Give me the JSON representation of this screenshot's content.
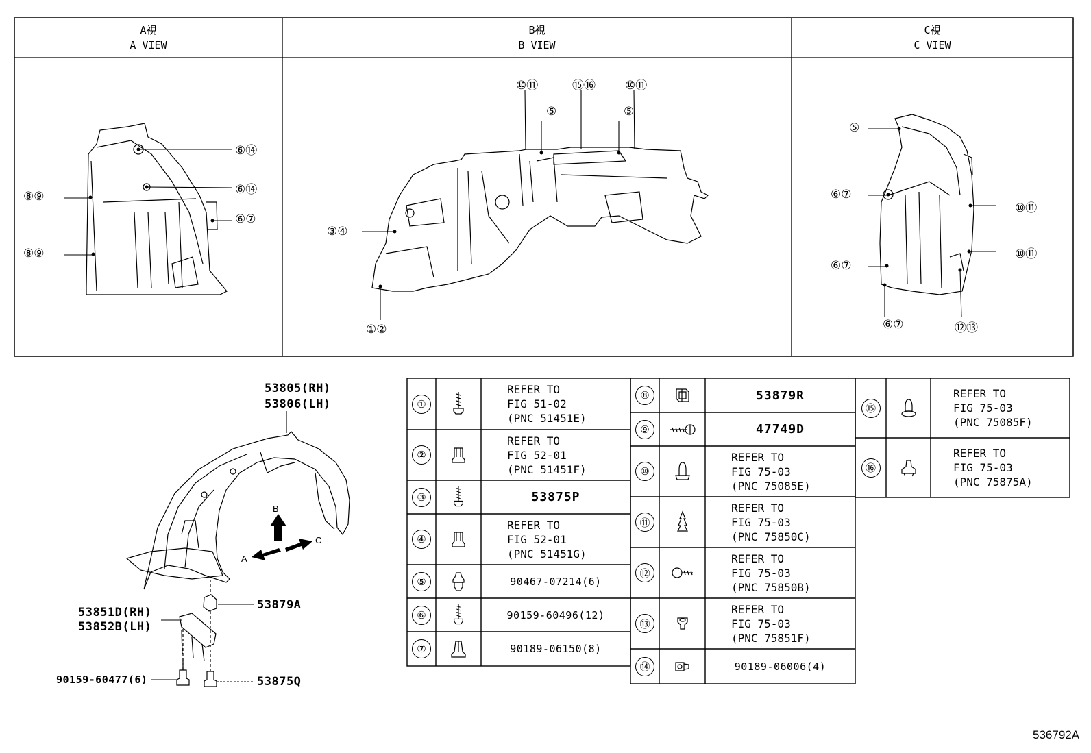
{
  "views": [
    {
      "jp": "A視",
      "en": "A VIEW"
    },
    {
      "jp": "B視",
      "en": "B VIEW"
    },
    {
      "jp": "C視",
      "en": "C VIEW"
    }
  ],
  "a_view_callouts": [
    "⑥⑭",
    "⑥⑭",
    "⑥⑦",
    "⑧⑨",
    "⑧⑨"
  ],
  "b_view_callouts": [
    "⑩⑪",
    "⑮⑯",
    "⑩⑪",
    "⑤",
    "⑤",
    "③④",
    "①②"
  ],
  "c_view_callouts": [
    "⑤",
    "⑥⑦",
    "⑩⑪",
    "⑩⑪",
    "⑥⑦",
    "⑥⑦",
    "⑫⑬"
  ],
  "main_assembly": {
    "part_rh": "53805(RH)",
    "part_lh": "53806(LH)",
    "seal_rh": "53851D(RH)",
    "seal_lh": "53852B(LH)",
    "clip": "53879A",
    "bolt_left": "90159-60477(6)",
    "bolt_right": "53875Q",
    "arrow_a": "A",
    "arrow_b": "B",
    "arrow_c": "C"
  },
  "table1": [
    {
      "num": "①",
      "text": "REFER TO\nFIG 51-02\n(PNC 51451E)",
      "icon": "bolt-icon"
    },
    {
      "num": "②",
      "text": "REFER TO\nFIG 52-01\n(PNC 51451F)",
      "icon": "clip-nut-icon"
    },
    {
      "num": "③",
      "text": "53875P",
      "icon": "bolt-icon"
    },
    {
      "num": "④",
      "text": "REFER TO\nFIG 52-01\n(PNC 51451G)",
      "icon": "clip-nut-icon"
    },
    {
      "num": "⑤",
      "text": "90467-07214(6)",
      "icon": "clip-icon"
    },
    {
      "num": "⑥",
      "text": "90159-60496(12)",
      "icon": "bolt-icon"
    },
    {
      "num": "⑦",
      "text": "90189-06150(8)",
      "icon": "nut-icon"
    }
  ],
  "table2": [
    {
      "num": "⑧",
      "text": "53879R",
      "icon": "retainer-icon"
    },
    {
      "num": "⑨",
      "text": "47749D",
      "icon": "screw-icon"
    },
    {
      "num": "⑩",
      "text": "REFER TO\nFIG 75-03\n(PNC 75085E)",
      "icon": "push-clip-icon"
    },
    {
      "num": "⑪",
      "text": "REFER TO\nFIG 75-03\n(PNC 75850C)",
      "icon": "fir-clip-icon"
    },
    {
      "num": "⑫",
      "text": "REFER TO\nFIG 75-03\n(PNC 75850B)",
      "icon": "screw-icon"
    },
    {
      "num": "⑬",
      "text": "REFER TO\nFIG 75-03\n(PNC 75851F)",
      "icon": "grommet-icon"
    },
    {
      "num": "⑭",
      "text": "90189-06006(4)",
      "icon": "grommet-icon"
    }
  ],
  "table3": [
    {
      "num": "⑮",
      "text": "REFER TO\nFIG 75-03\n(PNC 75085F)",
      "icon": "push-clip-icon"
    },
    {
      "num": "⑯",
      "text": "REFER TO\nFIG 75-03\n(PNC 75875A)",
      "icon": "clip-nut-icon"
    }
  ],
  "drawing_id": "536792A"
}
